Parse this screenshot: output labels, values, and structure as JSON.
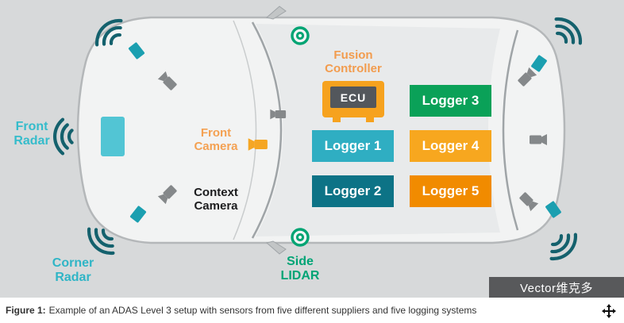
{
  "diagram": {
    "labels": {
      "front_radar": "Front Radar",
      "corner_radar": "Corner Radar",
      "front_camera": "Front Camera",
      "context_camera": "Context Camera",
      "fusion_controller": "Fusion Controller",
      "side_lidar": "Side LIDAR",
      "ecu": "ECU"
    },
    "loggers": [
      {
        "label": "Logger 1",
        "color": "#2FAEC2"
      },
      {
        "label": "Logger 2",
        "color": "#0D7386"
      },
      {
        "label": "Logger 3",
        "color": "#0AA158"
      },
      {
        "label": "Logger 4",
        "color": "#F7A71F"
      },
      {
        "label": "Logger 5",
        "color": "#F18B00"
      }
    ],
    "colors": {
      "radar_label_teal": "#35BCCB",
      "camera_label_orange": "#F4A152",
      "lidar_label_green": "#00A475",
      "wifi_arc_dark_teal": "#14616D",
      "sensor_square_teal": "#1B9FB0",
      "front_radar_block_cyan": "#52C5D4",
      "ecu_orange": "#F6A21E",
      "background_gray": "#d7d9da"
    }
  },
  "caption": {
    "figure_label": "Figure 1:",
    "text": "Example of an ADAS Level 3 setup with sensors from five different suppliers and five logging systems"
  },
  "watermark": "Vector维克多"
}
